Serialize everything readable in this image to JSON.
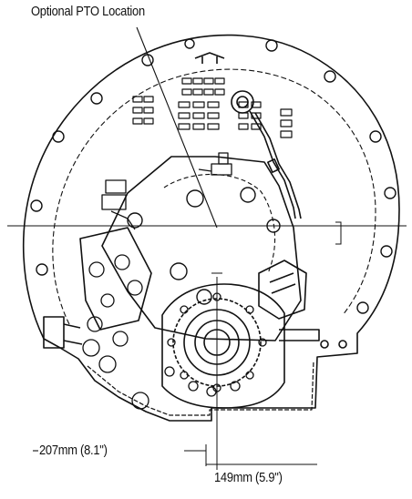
{
  "diagram": {
    "pto_label": "Optional PTO Location",
    "dim_207": "207mm (8.1\")",
    "dim_149": "149mm (5.9\")",
    "colors": {
      "ink": "#111111",
      "paper": "#ffffff",
      "shade": "#9a9a9a"
    }
  }
}
